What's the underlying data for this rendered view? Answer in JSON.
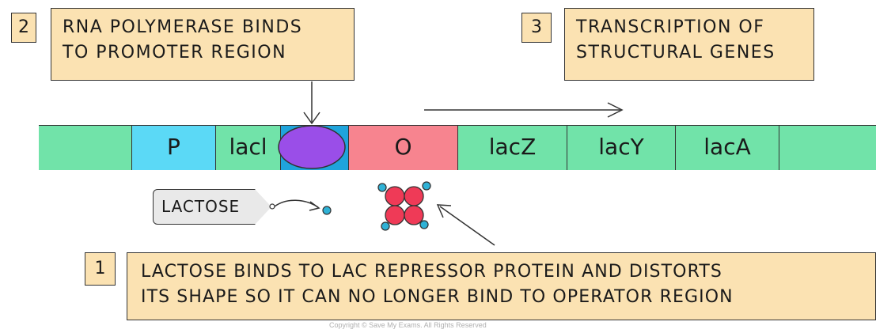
{
  "steps": {
    "two": {
      "number": "2",
      "lines": [
        "RNA POLYMERASE  BINDS",
        "TO PROMOTER  REGION"
      ]
    },
    "three": {
      "number": "3",
      "lines": [
        "TRANSCRIPTION  OF",
        "STRUCTURAL  GENES"
      ]
    },
    "one": {
      "number": "1",
      "lines": [
        "LACTOSE  BINDS  TO  LAC  REPRESSOR  PROTEIN  AND  DISTORTS",
        "ITS  SHAPE  SO  IT  CAN  NO  LONGER  BIND  TO  OPERATOR  REGION"
      ]
    }
  },
  "dna": {
    "segments": [
      {
        "label": "",
        "color": "#71e3a9"
      },
      {
        "label": "P",
        "color": "#5bd9f6"
      },
      {
        "label": "lacl",
        "color": "#71e3a9"
      },
      {
        "label": "",
        "color": "#1fa4dc"
      },
      {
        "label": "O",
        "color": "#f7848f"
      },
      {
        "label": "lacZ",
        "color": "#71e3a9"
      },
      {
        "label": "lacY",
        "color": "#71e3a9"
      },
      {
        "label": "lacA",
        "color": "#71e3a9"
      },
      {
        "label": "",
        "color": "#71e3a9"
      }
    ],
    "polymerase_color": "#9a4ee8"
  },
  "lactose_label": "LACTOSE",
  "repressor_colors": {
    "subunit": "#ef3a57",
    "lactose": "#2fb2d6"
  },
  "copyright": "Copyright © Save My Exams. All Rights Reserved"
}
